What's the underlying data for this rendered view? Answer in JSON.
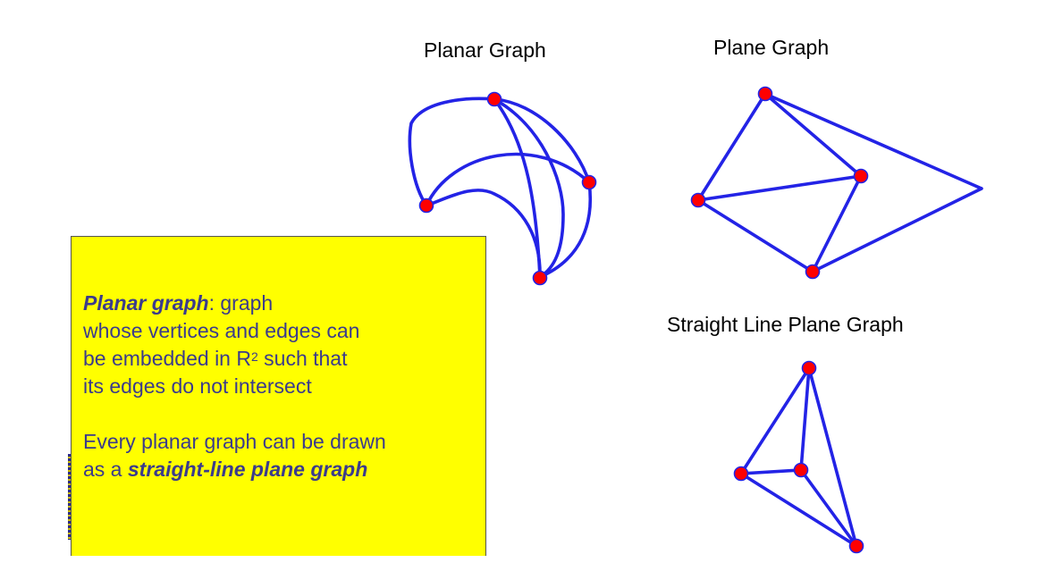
{
  "labels": {
    "planar_graph": "Planar Graph",
    "plane_graph": "Plane Graph",
    "straight_line_plane_graph": "Straight Line Plane Graph"
  },
  "definition": {
    "term": "Planar graph",
    "colon_text": ": graph",
    "line2": "whose vertices and edges can",
    "line3_prefix": "be embedded in R",
    "line3_sup": "2",
    "line3_suffix": " such that",
    "line4": "its edges do not intersect",
    "line5": "Every planar graph can be drawn",
    "line6_prefix": "as a ",
    "line6_emph": "straight-line plane graph"
  },
  "colors": {
    "edge": "#2323e6",
    "vertex_fill": "#ff0000",
    "box_fill": "#ffff00",
    "text": "#3b3b8c"
  }
}
